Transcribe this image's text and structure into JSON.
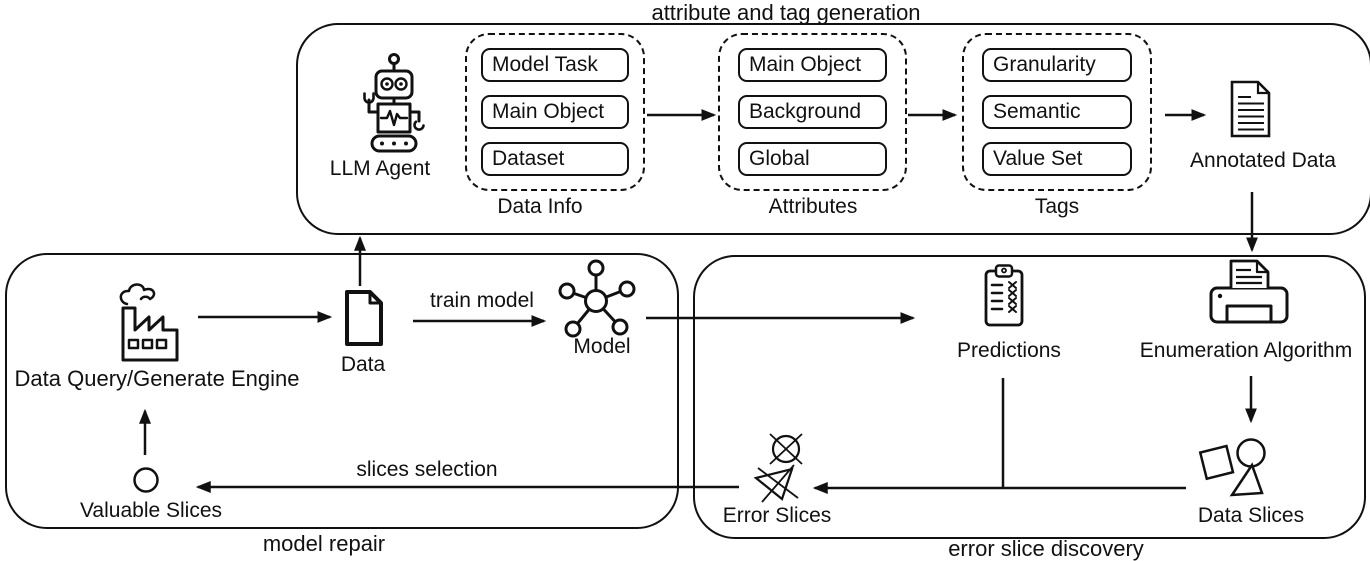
{
  "title": "attribute and tag generation",
  "colors": {
    "stroke": "#111111",
    "background": "#ffffff"
  },
  "attr_tag_box": {
    "llm_agent": "LLM Agent",
    "data_info": {
      "label": "Data Info",
      "items": [
        "Model Task",
        "Main Object",
        "Dataset"
      ]
    },
    "attributes": {
      "label": "Attributes",
      "items": [
        "Main Object",
        "Background",
        "Global"
      ]
    },
    "tags": {
      "label": "Tags",
      "items": [
        "Granularity",
        "Semantic",
        "Value Set"
      ]
    },
    "annotated_data": "Annotated Data"
  },
  "model_repair_box": {
    "caption": "model repair",
    "engine": "Data Query/Generate Engine",
    "data": "Data",
    "train_model": "train model",
    "model": "Model",
    "valuable_slices": "Valuable Slices",
    "slices_selection": "slices selection"
  },
  "error_slice_box": {
    "caption": "error slice discovery",
    "predictions": "Predictions",
    "enumeration_algorithm": "Enumeration Algorithm",
    "error_slices": "Error Slices",
    "data_slices": "Data Slices"
  }
}
